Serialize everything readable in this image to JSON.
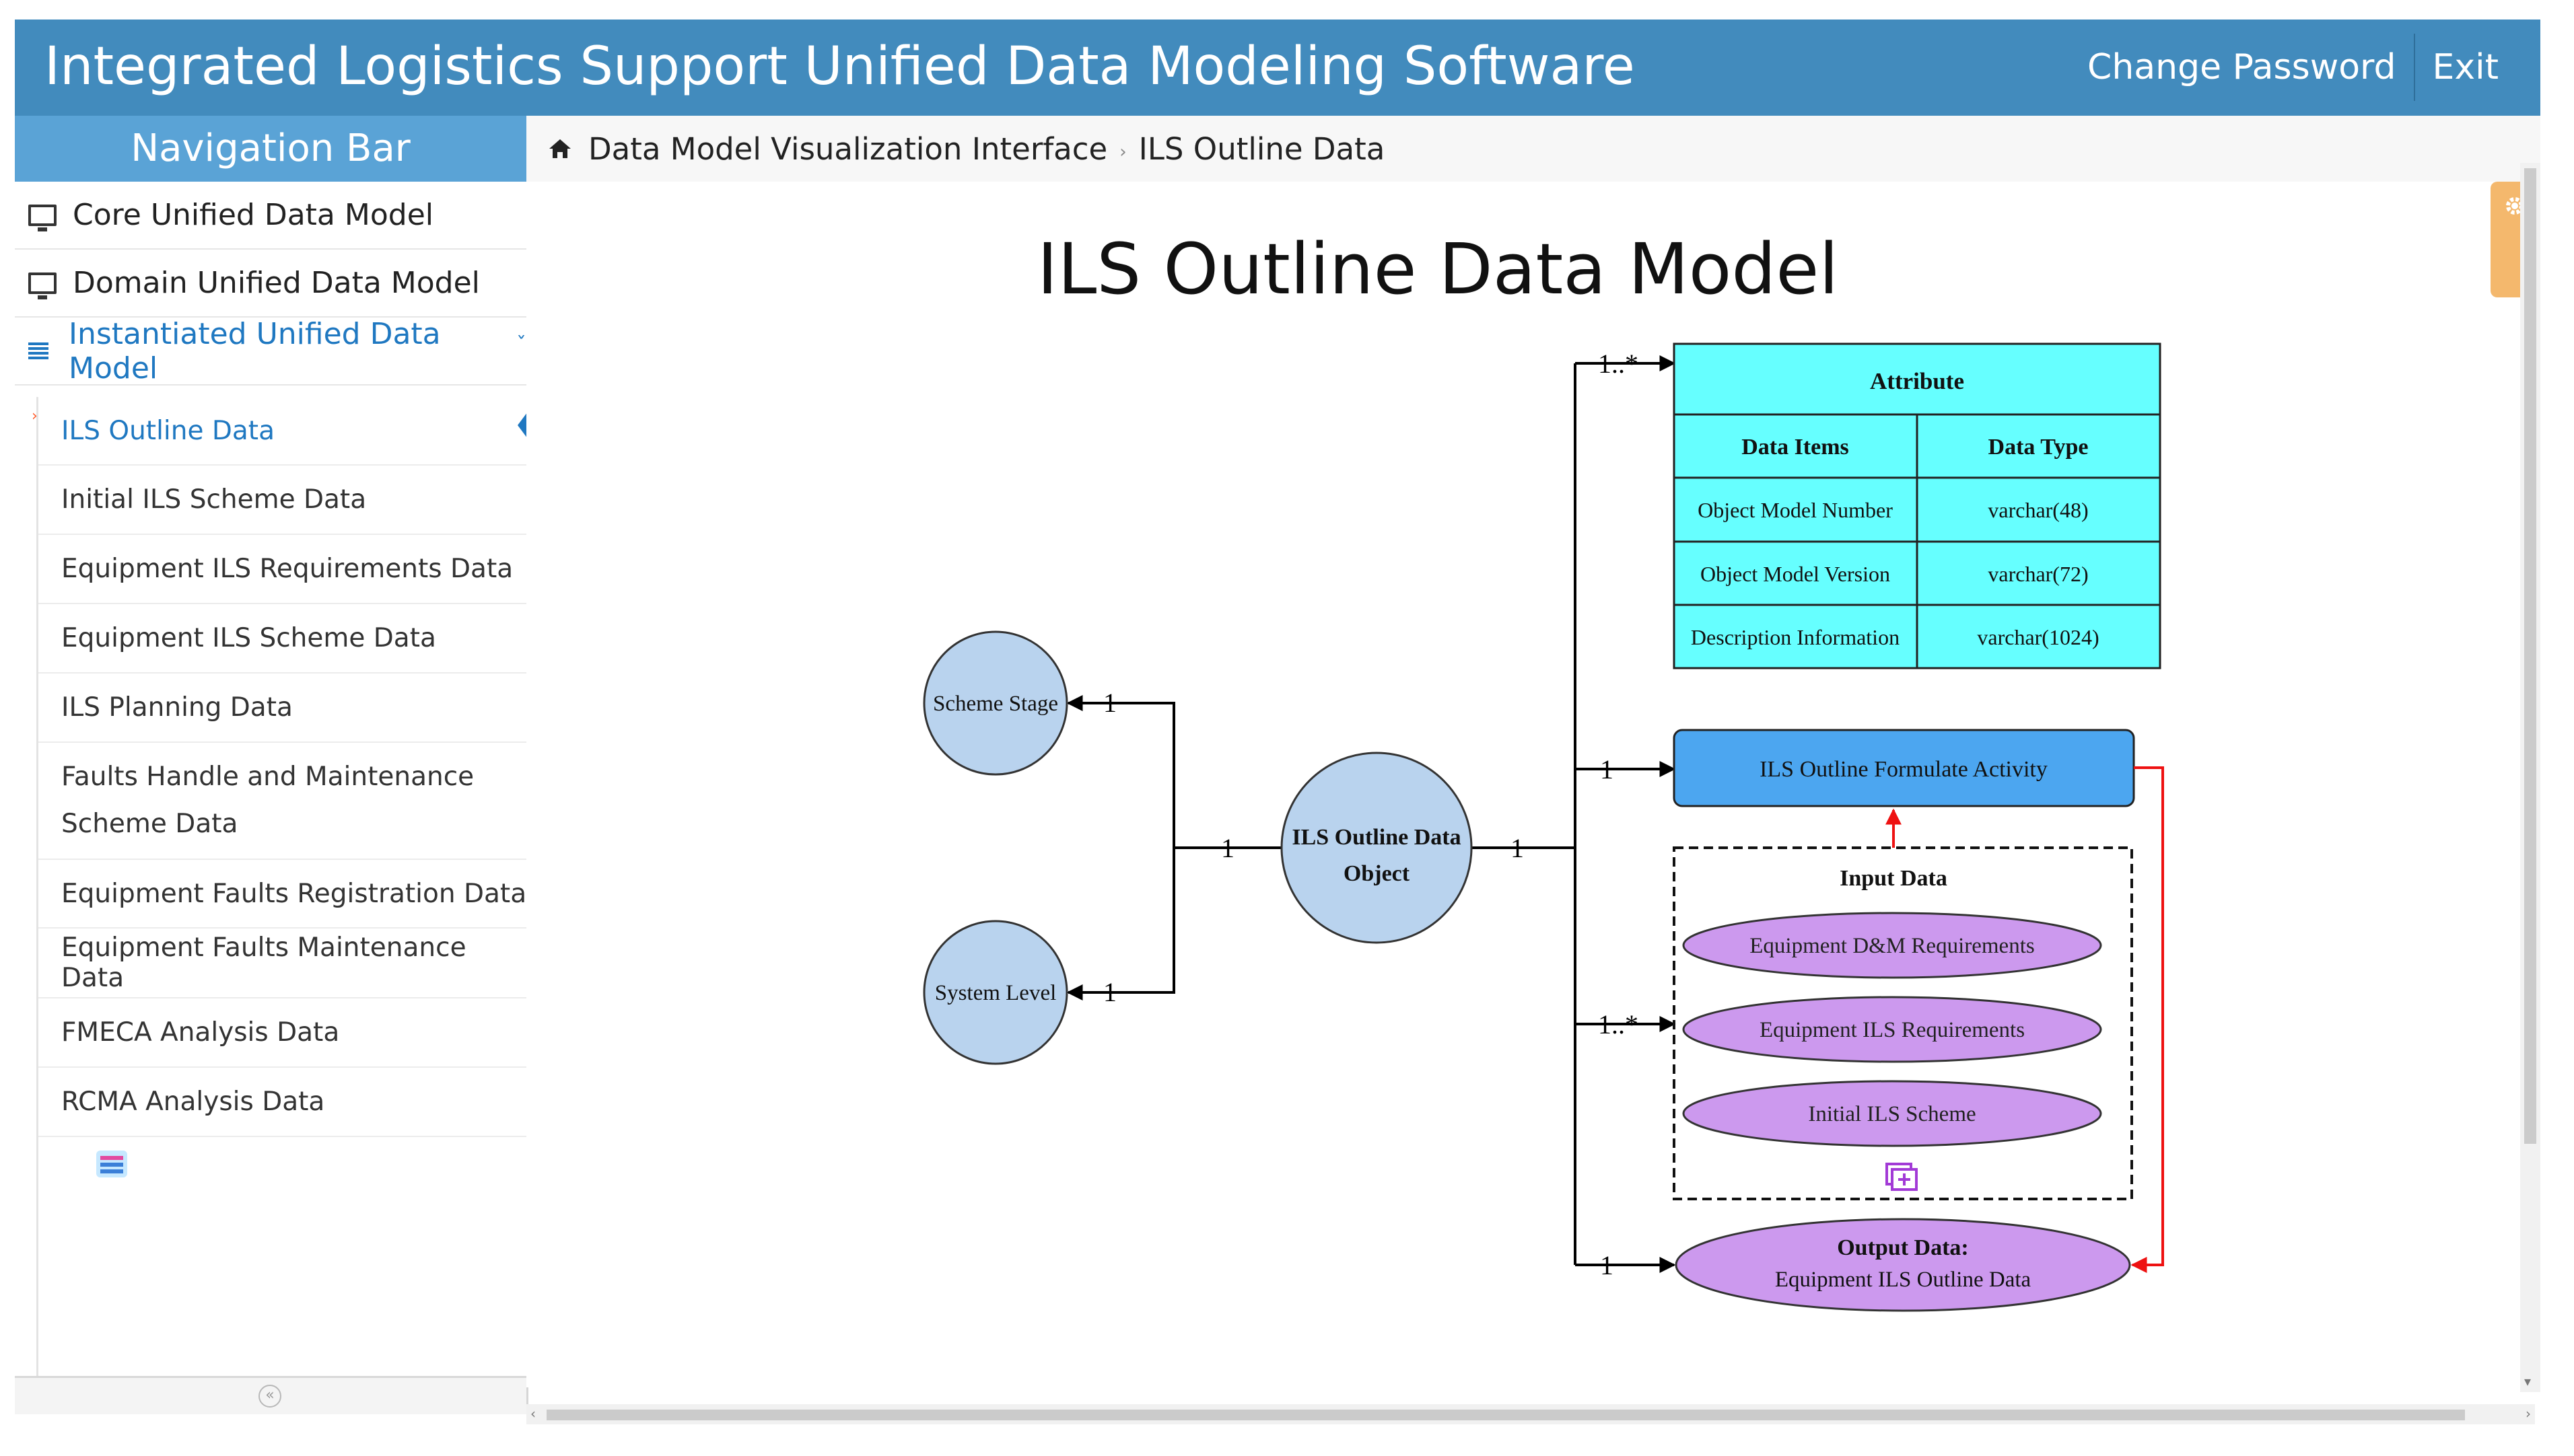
{
  "app": {
    "title": "Integrated Logistics Support Unified Data Modeling Software"
  },
  "header": {
    "change_password": "Change Password",
    "exit": "Exit"
  },
  "sidebar": {
    "title": "Navigation Bar",
    "items": [
      {
        "label": "Core Unified Data Model",
        "icon": "monitor-icon"
      },
      {
        "label": "Domain Unified Data Model",
        "icon": "monitor-icon"
      },
      {
        "label": "Instantiated Unified Data Model",
        "icon": "list-icon",
        "expanded": true
      }
    ],
    "subitems": [
      {
        "label": "ILS Outline Data",
        "active": true
      },
      {
        "label": "Initial ILS Scheme Data"
      },
      {
        "label": "Equipment ILS Requirements Data"
      },
      {
        "label": "Equipment ILS Scheme Data"
      },
      {
        "label": "ILS Planning Data"
      },
      {
        "label": "Faults Handle and Maintenance Scheme Data"
      },
      {
        "label": "Equipment Faults Registration Data"
      },
      {
        "label": "Equipment Faults Maintenance Data"
      },
      {
        "label": "FMECA Analysis Data"
      },
      {
        "label": "RCMA Analysis Data"
      }
    ]
  },
  "breadcrumb": {
    "home": "Data Model Visualization Interface",
    "current": "ILS Outline Data"
  },
  "diagram": {
    "title": "ILS Outline Data Model",
    "center": {
      "line1": "ILS Outline Data",
      "line2": "Object"
    },
    "left_nodes": [
      "Scheme Stage",
      "System Level"
    ],
    "attribute_table": {
      "title": "Attribute",
      "headers": [
        "Data Items",
        "Data Type"
      ],
      "rows": [
        [
          "Object Model Number",
          "varchar(48)"
        ],
        [
          "Object Model Version",
          "varchar(72)"
        ],
        [
          "Description Information",
          "varchar(1024)"
        ]
      ]
    },
    "activity": "ILS Outline Formulate Activity",
    "input_data": {
      "title": "Input Data",
      "items": [
        "Equipment D&M Requirements",
        "Equipment ILS Requirements",
        "Initial ILS Scheme"
      ]
    },
    "output": {
      "line1": "Output Data:",
      "line2": "Equipment ILS Outline Data"
    },
    "multiplicity": {
      "one": "1",
      "many": "1..*"
    }
  },
  "colors": {
    "header_bg": "#428bbd",
    "nav_title_bg": "#5aa3d6",
    "circle_fill": "#b9d3ee",
    "table_fill": "#66ffff",
    "activity_fill": "#4ca6f0",
    "ellipse_fill": "#cc99ee",
    "red_arrow": "#ee1111"
  }
}
